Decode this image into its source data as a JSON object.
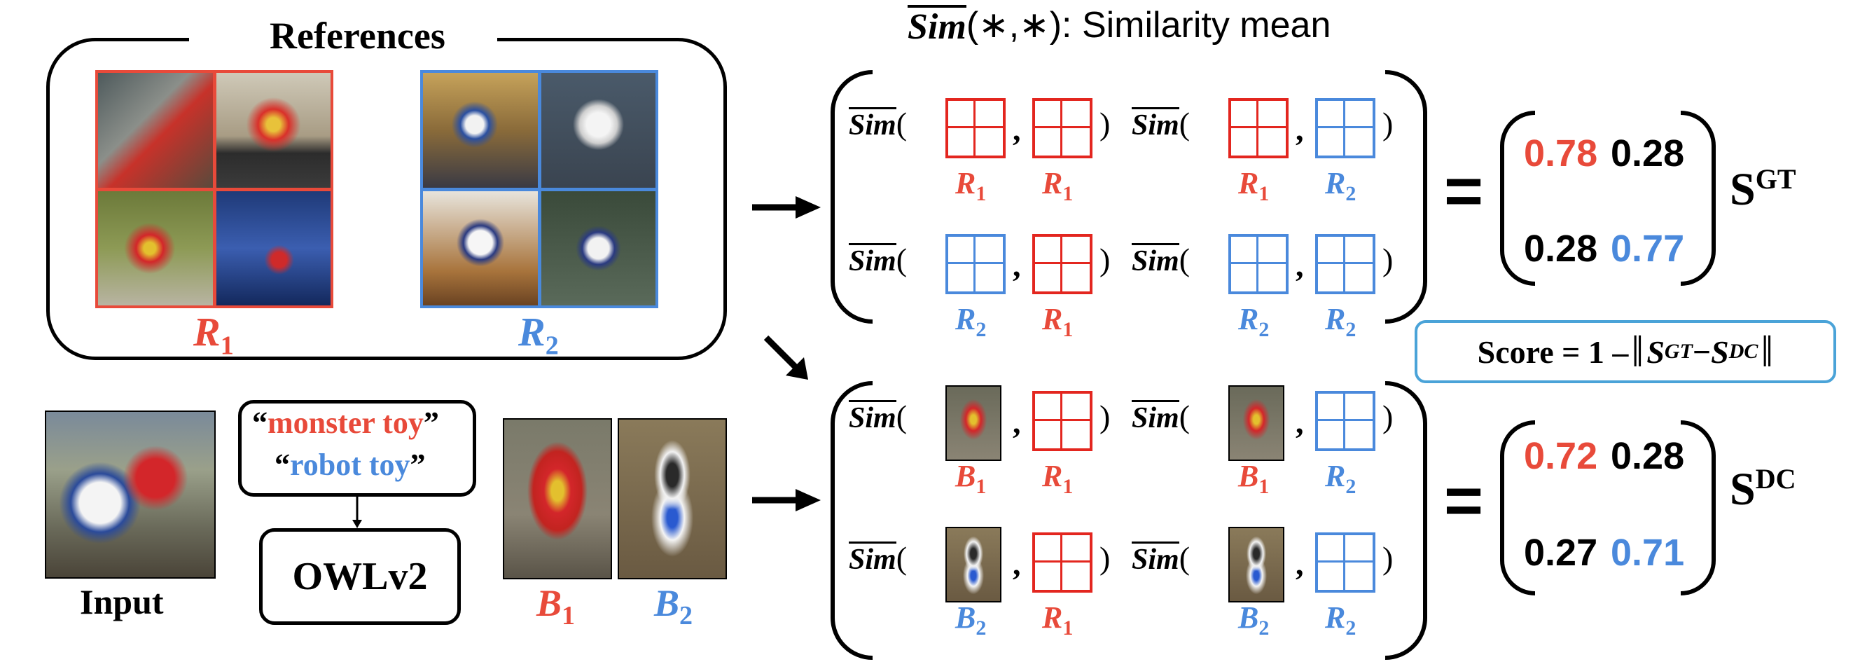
{
  "references": {
    "title": "References",
    "r1_label": "R",
    "r1_sub": "1",
    "r2_label": "R",
    "r2_sub": "2"
  },
  "input": {
    "label": "Input",
    "prompt_line1": "monster toy",
    "prompt_line2": "robot toy",
    "open_quote": "“",
    "close_quote": "”",
    "detector": "OWLv2",
    "b1_label": "B",
    "b1_sub": "1",
    "b2_label": "B",
    "b2_sub": "2"
  },
  "similarity_title": "(∗,∗): Similarity mean",
  "similarity_word": "Sim",
  "gt_matrix": {
    "values": [
      "0.78",
      "0.28",
      "0.28",
      "0.77"
    ],
    "symbol": "S",
    "sup": "GT"
  },
  "dc_matrix": {
    "values": [
      "0.72",
      "0.28",
      "0.27",
      "0.71"
    ],
    "symbol": "S",
    "sup": "DC"
  },
  "score": {
    "prefix": "Score = 1 – ",
    "s_gt": "S",
    "gt": "GT",
    "minus": " − ",
    "s_dc": "S",
    "dc": "DC"
  },
  "labels": {
    "R": "R",
    "B": "B",
    "one": "1",
    "two": "2"
  },
  "colors": {
    "red": "#e84a3a",
    "blue": "#4a89dc",
    "score_border": "#4aa3d8"
  }
}
